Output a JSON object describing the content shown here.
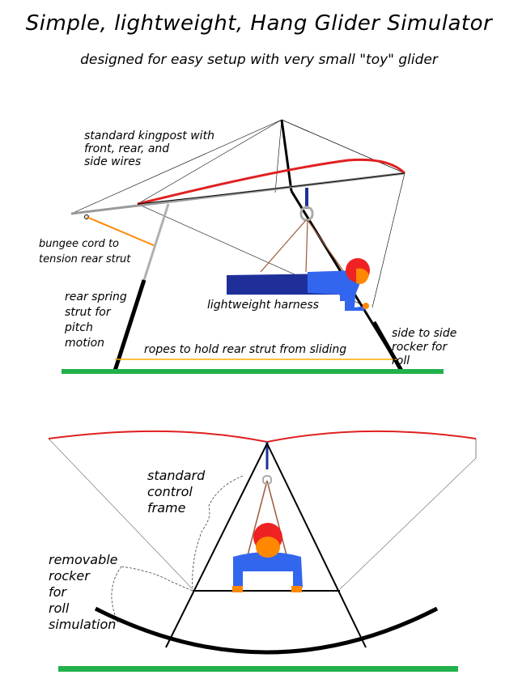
{
  "title": "Simple, lightweight, Hang Glider Simulator",
  "subtitle": "designed for easy setup with very small \"toy\" glider",
  "side_view": {
    "labels": {
      "kingpost": [
        "standard kingpost with",
        "front, rear, and",
        "side wires"
      ],
      "bungee": [
        "bungee cord to",
        "tension rear strut"
      ],
      "rear_spring": [
        "rear spring",
        "strut for",
        "pitch",
        "motion"
      ],
      "harness": "lightweight harness",
      "ropes": "ropes to hold rear strut from sliding",
      "rocker": [
        "side to side",
        "rocker for",
        "roll"
      ]
    }
  },
  "front_view": {
    "labels": {
      "control_frame": [
        "standard",
        "control",
        "frame"
      ],
      "removable_rocker": [
        "removable",
        "rocker",
        "for",
        "roll",
        "simulation"
      ]
    }
  },
  "colors": {
    "sail": "#e02020",
    "ground": "#22b14c",
    "harness": "#1f2f9a",
    "pilot_body": "#3366ee",
    "helmet": "#ee2222",
    "skin": "#ff8800",
    "bungee": "#ff8800",
    "rope": "#ffaa00",
    "suspension": "#9a5a3a",
    "keel": "#9a9a9a",
    "wire": "#000000"
  }
}
